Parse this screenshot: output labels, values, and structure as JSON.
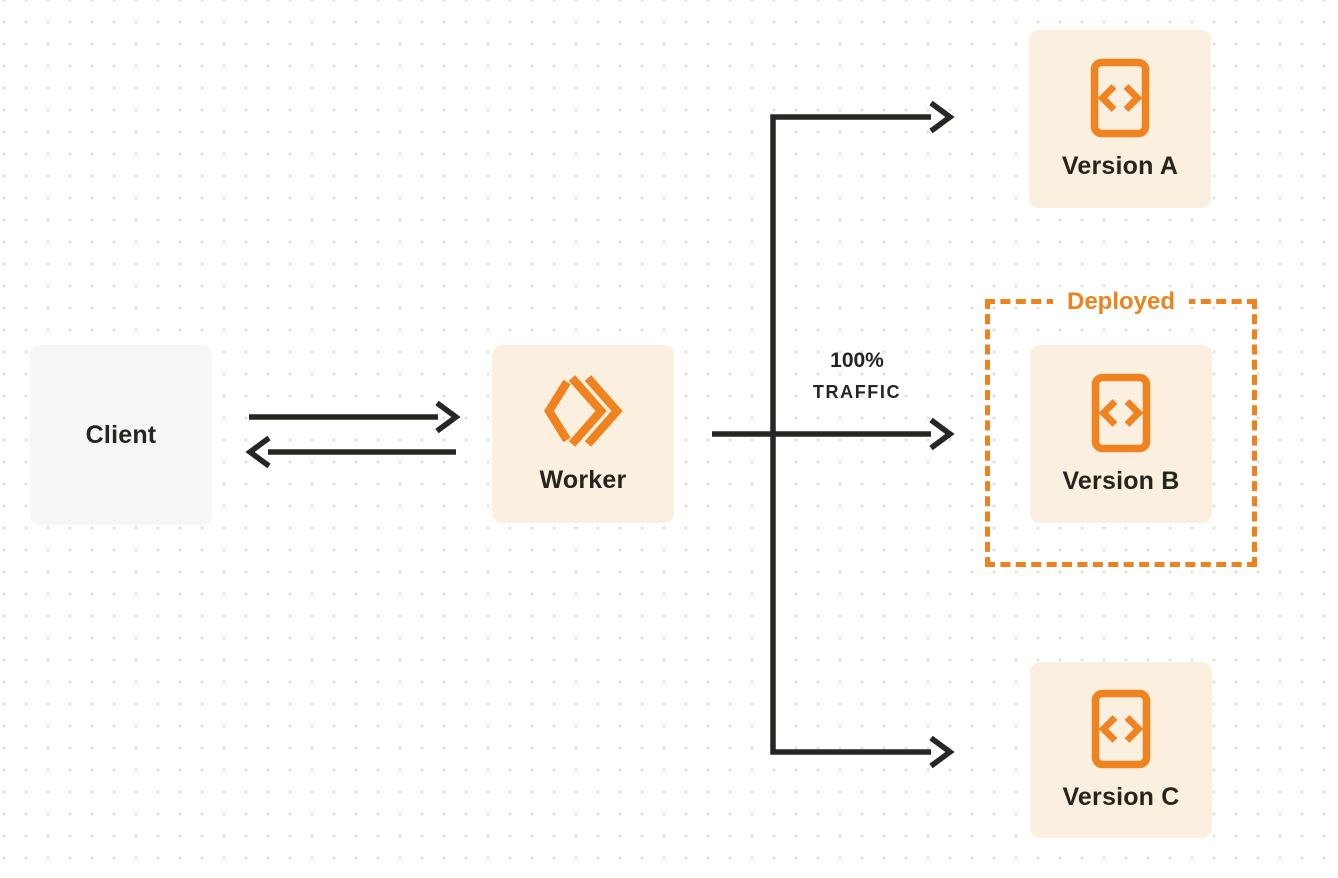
{
  "colors": {
    "background": "#ffffff",
    "dot_grid": "#e3e3e3",
    "ink": "#26241f",
    "orange": "#f0821f",
    "client_fill": "#f6f6f7",
    "cream_fill": "#fbf0e0"
  },
  "nodes": {
    "client": {
      "label": "Client"
    },
    "worker": {
      "label": "Worker",
      "icon": "cloudflare-workers-logo-icon"
    },
    "version_a": {
      "label": "Version A",
      "icon": "code-file-icon"
    },
    "version_b": {
      "label": "Version B",
      "icon": "code-file-icon"
    },
    "version_c": {
      "label": "Version C",
      "icon": "code-file-icon"
    }
  },
  "groups": {
    "deployed": {
      "label": "Deployed"
    }
  },
  "edges": {
    "client_worker": {
      "direction": "bidirectional"
    },
    "traffic": {
      "line1": "100%",
      "line2": "TRAFFIC",
      "target": "version_b"
    }
  }
}
